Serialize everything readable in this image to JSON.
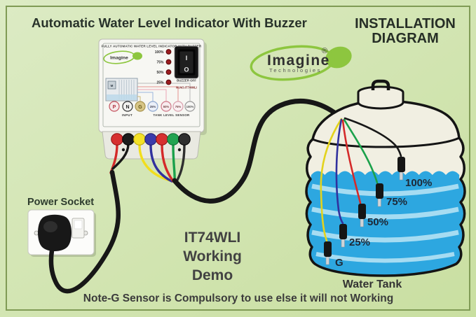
{
  "header": {
    "title": "Automatic Water Level Indicator With Buzzer",
    "diagram_line1": "INSTALLATION",
    "diagram_line2": "DIAGRAM"
  },
  "brand": {
    "name": "Imagine",
    "tagline": "Technologies",
    "registered_mark": "®"
  },
  "device": {
    "panel_title": "FULLY AUTOMATIC WATER LEVEL INDICATOR WITH BUZZER",
    "brand_small": "Imagine",
    "motor_label": "M",
    "led_labels": [
      "100%",
      "75%",
      "50%",
      "25%"
    ],
    "switch": {
      "on": "I",
      "off": "O"
    },
    "buzzer_label": "BUZZER OFF",
    "model_no": "M.NO.IT74WLI",
    "terminals": {
      "input": [
        "P",
        "N",
        "G"
      ],
      "input_label": "INPUT",
      "sensor": [
        "25%",
        "50%",
        "75%",
        "100%"
      ],
      "sensor_label": "TANK LEVEL SENSOR"
    }
  },
  "power_socket": {
    "label": "Power Socket"
  },
  "demo_text": {
    "line1": "IT74WLI",
    "line2": "Working",
    "line3": "Demo"
  },
  "tank": {
    "label": "Water Tank",
    "levels": [
      "100%",
      "75%",
      "50%",
      "25%",
      "G"
    ]
  },
  "footer": {
    "note": "Note-G Sensor is Compulsory to use else it will not Working"
  },
  "colors": {
    "background": "#d6e7b4",
    "border": "#7f9c52",
    "water": "#2da7e0",
    "rib": "#a6dcf2",
    "brand_green": "#8dc63f",
    "wire_red": "#d42a2a",
    "wire_black": "#171717",
    "wire_yellow": "#f2de1c",
    "wire_blue": "#31319e",
    "wire_green": "#1ba14b"
  }
}
